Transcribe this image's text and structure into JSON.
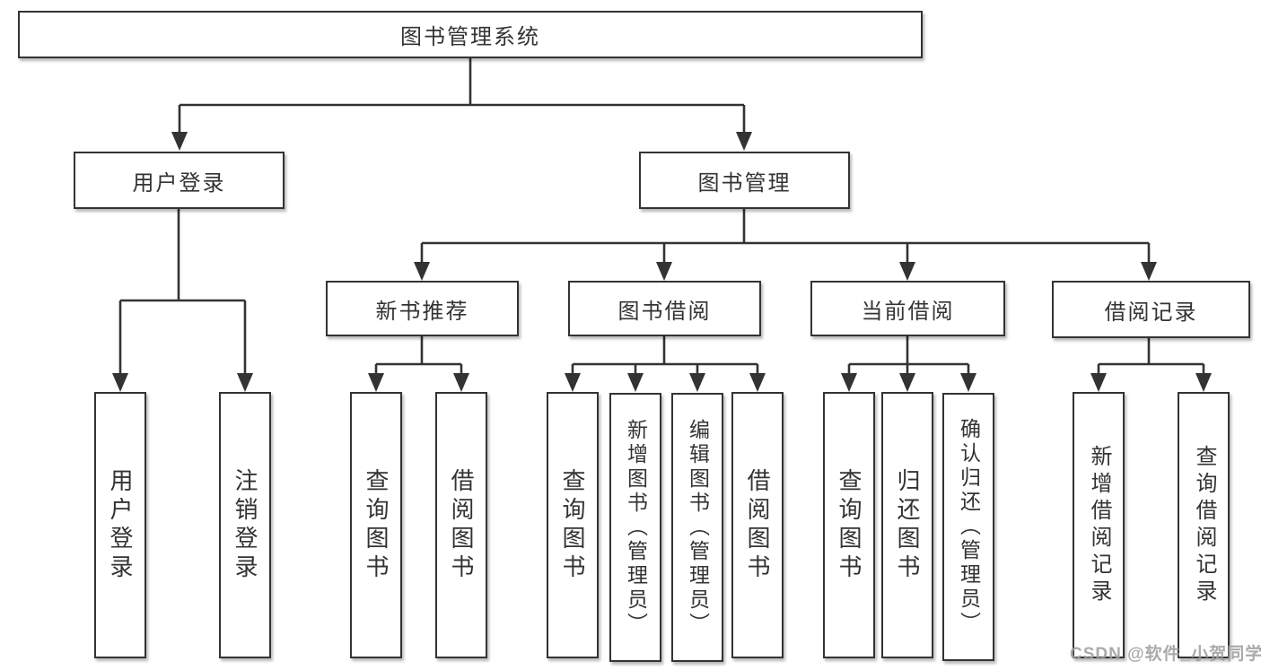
{
  "diagram_title": "图书管理系统",
  "nodes": {
    "root": {
      "label": "图书管理系统"
    },
    "user_login": {
      "label": "用户登录"
    },
    "book_management": {
      "label": "图书管理"
    },
    "new_book_recommend": {
      "label": "新书推荐"
    },
    "book_borrowing": {
      "label": "图书借阅"
    },
    "current_borrowing": {
      "label": "当前借阅"
    },
    "borrowing_records": {
      "label": "借阅记录"
    },
    "leaf_user_login": {
      "label": "用户登录"
    },
    "leaf_logout": {
      "label": "注销登录"
    },
    "leaf_nbr_query_books": {
      "label": "查询图书"
    },
    "leaf_nbr_borrow_books": {
      "label": "借阅图书"
    },
    "leaf_bb_query_books": {
      "label": "查询图书"
    },
    "leaf_bb_add_books_admin": {
      "label": "新增图书（管理员）"
    },
    "leaf_bb_edit_books_admin": {
      "label": "编辑图书（管理员）"
    },
    "leaf_bb_borrow_books": {
      "label": "借阅图书"
    },
    "leaf_cb_query_books": {
      "label": "查询图书"
    },
    "leaf_cb_return_books": {
      "label": "归还图书"
    },
    "leaf_cb_confirm_return_admin": {
      "label": "确认归还（管理员）"
    },
    "leaf_br_add_record": {
      "label": "新增借阅记录"
    },
    "leaf_br_query_record": {
      "label": "查询借阅记录"
    }
  },
  "hierarchy": {
    "图书管理系统": {
      "用户登录": [
        "用户登录",
        "注销登录"
      ],
      "图书管理": {
        "新书推荐": [
          "查询图书",
          "借阅图书"
        ],
        "图书借阅": [
          "查询图书",
          "新增图书（管理员）",
          "编辑图书（管理员）",
          "借阅图书"
        ],
        "当前借阅": [
          "查询图书",
          "归还图书",
          "确认归还（管理员）"
        ],
        "借阅记录": [
          "新增借阅记录",
          "查询借阅记录"
        ]
      }
    }
  },
  "watermark": "CSDN @软件_小贺同学",
  "colors": {
    "line": "#333333",
    "box_border": "#333333",
    "text": "#333333",
    "background": "#ffffff",
    "watermark": "#9e9e9e"
  }
}
